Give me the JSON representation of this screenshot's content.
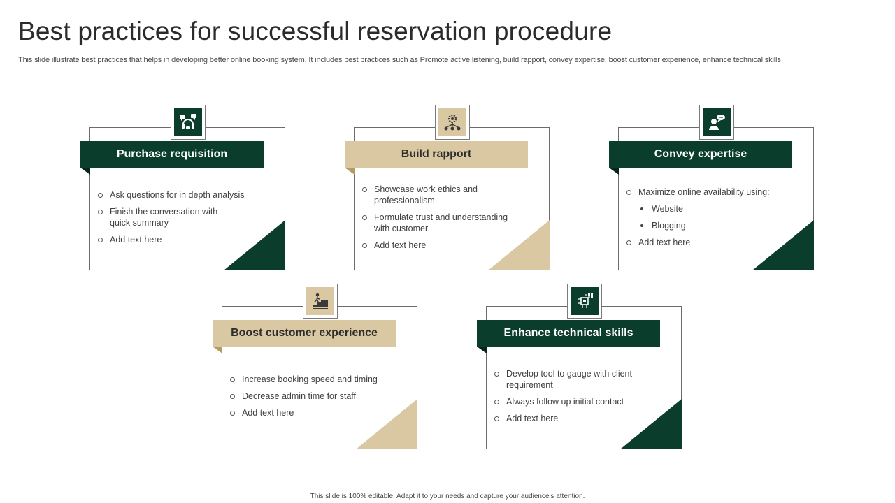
{
  "slide": {
    "title": "Best practices for successful reservation procedure",
    "subtitle": "This slide illustrate best practices that helps in developing better online booking system. It includes best practices such as Promote active listening, build rapport, convey expertise, boost customer experience, enhance technical skills",
    "footer": "This slide is 100% editable.  Adapt it to your needs and capture your audience's attention."
  },
  "colors": {
    "dark_green": "#0b3d2c",
    "tan": "#d9c8a2",
    "border": "#6b6b6b"
  },
  "cards": [
    {
      "heading": "Purchase requisition",
      "icon": "headset-chat-icon",
      "theme": "green",
      "items": [
        "Ask questions for in depth analysis",
        "Finish the conversation  with quick summary",
        "Add text here"
      ]
    },
    {
      "heading": "Build rapport",
      "icon": "gear-network-icon",
      "theme": "tan",
      "items": [
        "Showcase work ethics and professionalism",
        "Formulate trust and understanding with customer",
        "Add text here"
      ]
    },
    {
      "heading": "Convey expertise",
      "icon": "user-speech-icon",
      "theme": "green",
      "items": [
        "Maximize online availability using:",
        "Website",
        "Blogging",
        "Add text here"
      ]
    },
    {
      "heading": "Boost customer experience",
      "icon": "person-climbing-stairs-icon",
      "theme": "tan",
      "items": [
        "Increase booking speed and timing",
        "Decrease admin time for staff",
        "Add text here"
      ]
    },
    {
      "heading": "Enhance technical skills",
      "icon": "circuit-hand-icon",
      "theme": "green",
      "items": [
        "Develop  tool to gauge with client requirement",
        "Always follow up initial contact",
        "Add text here"
      ]
    }
  ]
}
